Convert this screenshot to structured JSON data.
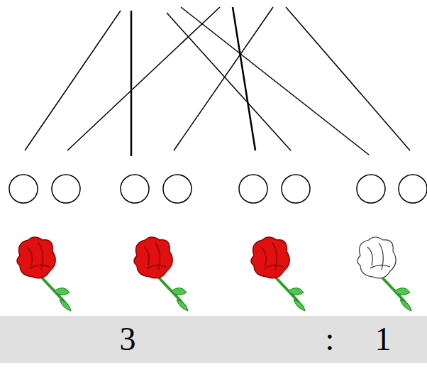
{
  "diagram": {
    "nodes": [
      {
        "text": [
          "3",
          ":",
          "1"
        ]
      }
    ]
  }
}
